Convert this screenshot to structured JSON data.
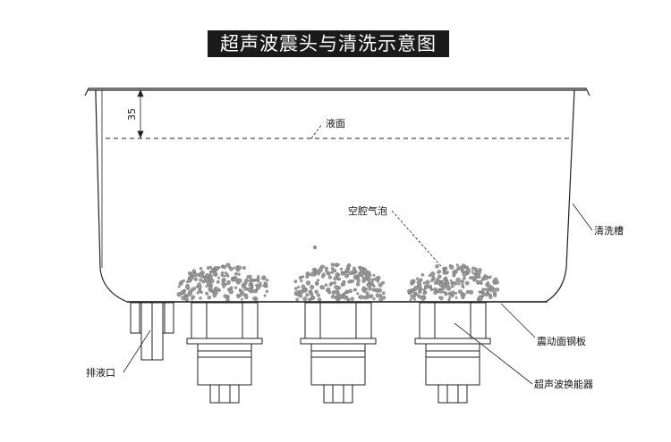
{
  "title": "超声波震头与清洗示意图",
  "dimension": "35",
  "labels": {
    "liquid_surface": "液面",
    "cavitation_bubbles": "空腔气泡",
    "cleaning_tank": "清洗槽",
    "vibration_plate": "震动面钢板",
    "drain_outlet": "排液口",
    "transducer": "超声波换能器"
  },
  "colors": {
    "line": "#222222",
    "title_bg": "#1a1a1a",
    "title_text": "#ffffff"
  }
}
